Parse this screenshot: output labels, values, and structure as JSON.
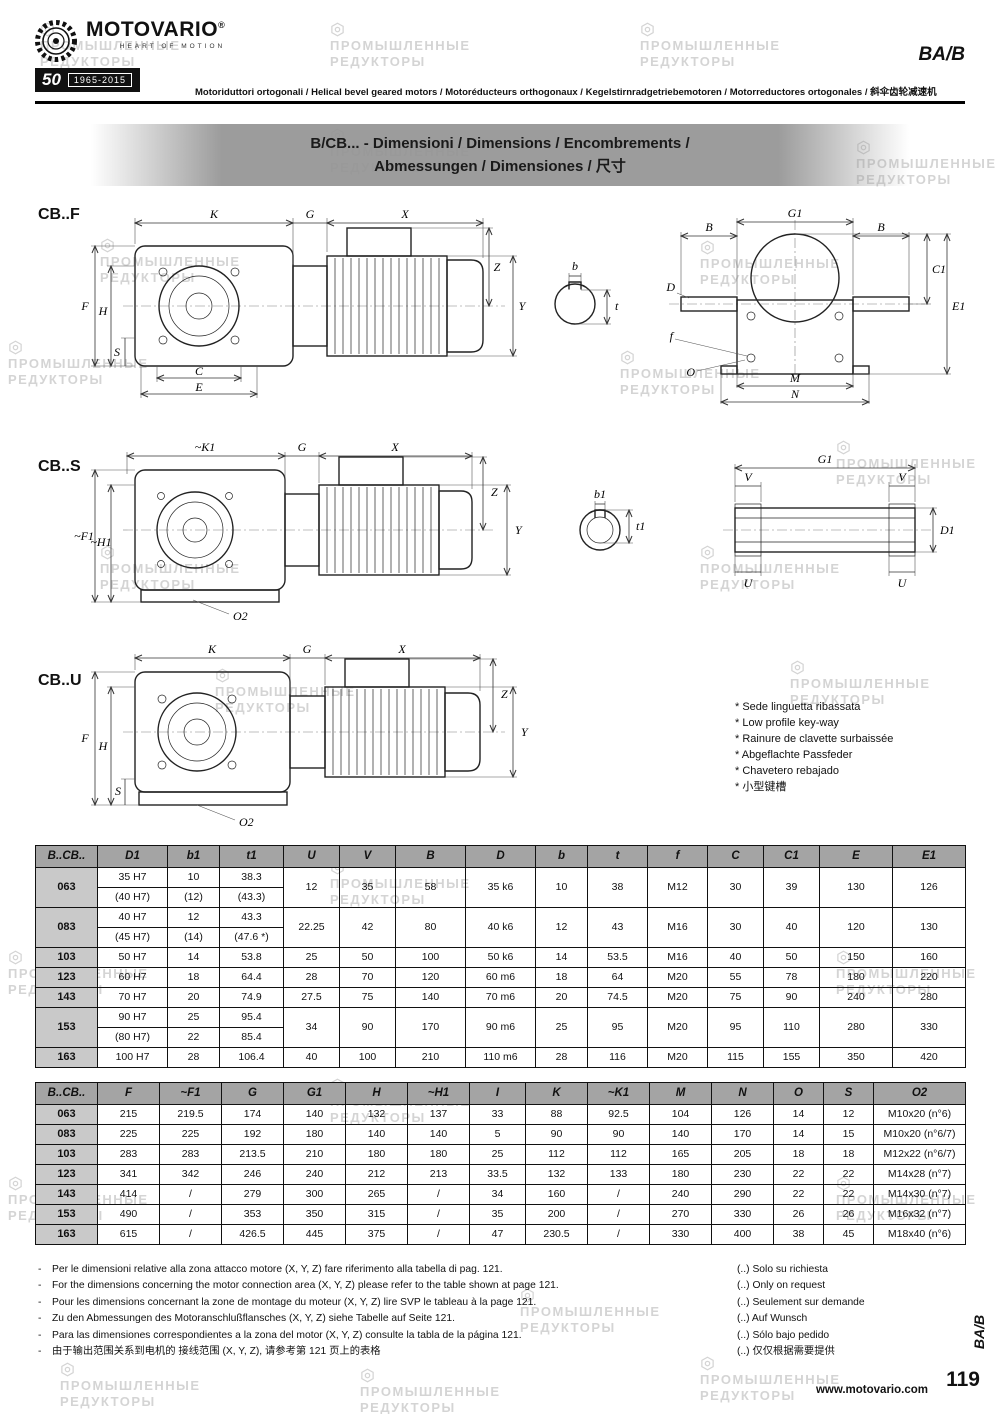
{
  "header": {
    "brand": "MOTOVARIO",
    "registered": "®",
    "tagline": "HEART OF MOTION",
    "anniversary_number": "50",
    "anniversary_years": "1965-2015",
    "product_code": "BA/B",
    "subtitle": "Motoriduttori ortogonali / Helical bevel geared motors / Motoréducteurs orthogonaux / Kegelstirnradgetriebemotoren / Motorreductores ortogonales / 斜伞齿轮减速机"
  },
  "title_banner": {
    "line1": "B/CB... - Dimensioni / Dimensions / Encombrements /",
    "line2": "Abmessungen / Dimensiones / 尺寸"
  },
  "drawings": {
    "f_label": "CB..F",
    "s_label": "CB..S",
    "u_label": "CB..U"
  },
  "dims": {
    "K": "K",
    "G": "G",
    "X": "X",
    "Y": "Y",
    "Z": "Z",
    "F": "F",
    "H": "H",
    "S": "S",
    "C": "C",
    "E": "E",
    "b": "b",
    "t": "t",
    "B": "B",
    "G1": "G1",
    "C1": "C1",
    "E1": "E1",
    "D": "D",
    "f": "f",
    "O": "O",
    "M": "M",
    "N": "N",
    "K1": "~K1",
    "F1": "~F1",
    "H1": "~H1",
    "O2": "O2",
    "b1": "b1",
    "t1": "t1",
    "V": "V",
    "U": "U",
    "D1": "D1"
  },
  "keyway_notes": [
    "* Sede linguetta ribassata",
    "* Low profile key-way",
    "* Rainure de clavette surbaissée",
    "* Abgeflachte Passfeder",
    "* Chavetero rebajado",
    "* 小型键槽"
  ],
  "table1": {
    "headers": [
      "B..CB..",
      "D1",
      "b1",
      "t1",
      "U",
      "V",
      "B",
      "D",
      "b",
      "t",
      "f",
      "C",
      "C1",
      "E",
      "E1"
    ],
    "rows": [
      {
        "model": "063",
        "sub": [
          [
            "35 H7",
            "10",
            "38.3"
          ],
          [
            "(40 H7)",
            "(12)",
            "(43.3)"
          ]
        ],
        "rest": [
          "12",
          "35",
          "58",
          "35 k6",
          "10",
          "38",
          "M12",
          "30",
          "39",
          "130",
          "126"
        ]
      },
      {
        "model": "083",
        "sub": [
          [
            "40 H7",
            "12",
            "43.3"
          ],
          [
            "(45 H7)",
            "(14)",
            "(47.6 *)"
          ]
        ],
        "rest": [
          "22.25",
          "42",
          "80",
          "40 k6",
          "12",
          "43",
          "M16",
          "30",
          "40",
          "120",
          "130"
        ]
      },
      {
        "model": "103",
        "sub": [
          [
            "50 H7",
            "14",
            "53.8"
          ]
        ],
        "rest": [
          "25",
          "50",
          "100",
          "50 k6",
          "14",
          "53.5",
          "M16",
          "40",
          "50",
          "150",
          "160"
        ]
      },
      {
        "model": "123",
        "sub": [
          [
            "60 H7",
            "18",
            "64.4"
          ]
        ],
        "rest": [
          "28",
          "70",
          "120",
          "60 m6",
          "18",
          "64",
          "M20",
          "55",
          "78",
          "180",
          "220"
        ]
      },
      {
        "model": "143",
        "sub": [
          [
            "70 H7",
            "20",
            "74.9"
          ]
        ],
        "rest": [
          "27.5",
          "75",
          "140",
          "70 m6",
          "20",
          "74.5",
          "M20",
          "75",
          "90",
          "240",
          "280"
        ]
      },
      {
        "model": "153",
        "sub": [
          [
            "90 H7",
            "25",
            "95.4"
          ],
          [
            "(80 H7)",
            "22",
            "85.4"
          ]
        ],
        "rest": [
          "34",
          "90",
          "170",
          "90 m6",
          "25",
          "95",
          "M20",
          "95",
          "110",
          "280",
          "330"
        ]
      },
      {
        "model": "163",
        "sub": [
          [
            "100 H7",
            "28",
            "106.4"
          ]
        ],
        "rest": [
          "40",
          "100",
          "210",
          "110 m6",
          "28",
          "116",
          "M20",
          "115",
          "155",
          "350",
          "420"
        ]
      }
    ]
  },
  "table2": {
    "headers": [
      "B..CB..",
      "F",
      "~F1",
      "G",
      "G1",
      "H",
      "~H1",
      "I",
      "K",
      "~K1",
      "M",
      "N",
      "O",
      "S",
      "O2"
    ],
    "rows": [
      {
        "model": "063",
        "sub": [
          [
            "215",
            "219.5",
            "174",
            "140",
            "132",
            "137",
            "33",
            "88",
            "92.5",
            "104",
            "126",
            "14",
            "12",
            "M10x20 (n°6)"
          ]
        ],
        "rest": []
      },
      {
        "model": "083",
        "sub": [
          [
            "225",
            "225",
            "192",
            "180",
            "140",
            "140",
            "5",
            "90",
            "90",
            "140",
            "170",
            "14",
            "15",
            "M10x20 (n°6/7)"
          ]
        ],
        "rest": []
      },
      {
        "model": "103",
        "sub": [
          [
            "283",
            "283",
            "213.5",
            "210",
            "180",
            "180",
            "25",
            "112",
            "112",
            "165",
            "205",
            "18",
            "18",
            "M12x22 (n°6/7)"
          ]
        ],
        "rest": []
      },
      {
        "model": "123",
        "sub": [
          [
            "341",
            "342",
            "246",
            "240",
            "212",
            "213",
            "33.5",
            "132",
            "133",
            "180",
            "230",
            "22",
            "22",
            "M14x28 (n°7)"
          ]
        ],
        "rest": []
      },
      {
        "model": "143",
        "sub": [
          [
            "414",
            "/",
            "279",
            "300",
            "265",
            "/",
            "34",
            "160",
            "/",
            "240",
            "290",
            "22",
            "22",
            "M14x30 (n°7)"
          ]
        ],
        "rest": []
      },
      {
        "model": "153",
        "sub": [
          [
            "490",
            "/",
            "353",
            "350",
            "315",
            "/",
            "35",
            "200",
            "/",
            "270",
            "330",
            "26",
            "26",
            "M16x32 (n°7)"
          ]
        ],
        "rest": []
      },
      {
        "model": "163",
        "sub": [
          [
            "615",
            "/",
            "426.5",
            "445",
            "375",
            "/",
            "47",
            "230.5",
            "/",
            "330",
            "400",
            "38",
            "45",
            "M18x40 (n°6)"
          ]
        ],
        "rest": []
      }
    ]
  },
  "footnotes": {
    "bullet": "-",
    "left": [
      "Per le dimensioni relative alla zona attacco motore (X, Y, Z) fare riferimento alla tabella di pag. 121.",
      "For the dimensions concerning the motor connection area (X, Y, Z) please refer to the table shown at page 121.",
      "Pour les dimensions concernant la zone de montage du moteur (X, Y, Z) lire SVP le tableau à la page 121.",
      "Zu den Abmessungen des Motoranschlußflansches (X, Y, Z) siehe Tabelle auf Seite 121.",
      "Para las dimensiones correspondientes a la zona del motor (X, Y, Z) consulte la tabla de la página 121.",
      "由于输出范围关系到电机的 接线范围 (X, Y, Z), 请参考第 121 页上的表格"
    ],
    "right": [
      "(..) Solo su richiesta",
      "(..) Only on request",
      "(..) Seulement sur demande",
      "(..) Auf Wunsch",
      "(..) Sólo bajo pedido",
      "(..) 仅仅根据需要提供"
    ]
  },
  "footer": {
    "website": "www.motovario.com",
    "page_number": "119",
    "side_code": "BA/B"
  },
  "watermark": {
    "line1": "ПРОМЫШЛЕННЫЕ",
    "line2": "РЕДУКТОРЫ"
  }
}
